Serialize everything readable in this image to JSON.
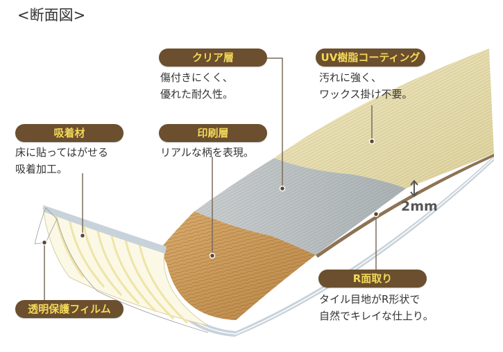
{
  "title": "<断面図>",
  "labels": {
    "clear_layer": {
      "name": "クリア層",
      "desc": [
        "傷付きにくく、",
        "優れた耐久性。"
      ]
    },
    "uv_coating": {
      "name": "UV樹脂コーティング",
      "desc": [
        "汚れに強く、",
        "ワックス掛け不要。"
      ]
    },
    "adhesive": {
      "name": "吸着材",
      "desc": [
        "床に貼ってはがせる",
        "吸着加工。"
      ]
    },
    "print_layer": {
      "name": "印刷層",
      "desc": [
        "リアルな柄を表現。"
      ]
    },
    "r_chamfer": {
      "name": "R面取り",
      "desc": [
        "タイル目地がR形状で",
        "自然でキレイな仕上り。"
      ]
    },
    "film": {
      "name": "透明保護フィルム"
    }
  },
  "dimension": {
    "thickness": "2mm",
    "icon": "double-arrow-vertical-icon"
  },
  "colors": {
    "pill_bg": "#6b4f2e",
    "pill_text": "#f3d95a",
    "uv_layer": "#e8e0b0",
    "clear_layer": "#b9c0c2",
    "wood": "#c99a5b",
    "edge": "#c8d2da",
    "leader": "#7a6a5a"
  }
}
